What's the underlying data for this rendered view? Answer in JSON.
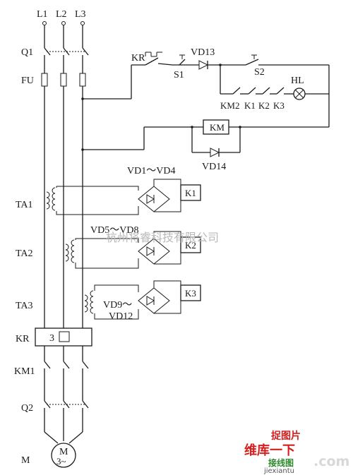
{
  "labels": {
    "l1": "L1",
    "l2": "L2",
    "l3": "L3",
    "q1": "Q1",
    "fu": "FU",
    "kr_top": "KR",
    "s1": "S1",
    "vd13": "VD13",
    "s2": "S2",
    "hl": "HL",
    "km2": "KM2",
    "k1_contact": "K1",
    "k2_contact": "K2",
    "k3_contact": "K3",
    "km_coil": "KM",
    "vd14": "VD14",
    "vd1_vd4": "VD1～VD4",
    "k1_relay": "K1",
    "ta1": "TA1",
    "vd5_vd8": "VD5～VD8",
    "ta2": "TA2",
    "k2_relay": "K2",
    "ta3": "TA3",
    "vd9": "VD9～",
    "vd12": "VD12",
    "k3_relay": "K3",
    "kr_bottom": "KR",
    "kr_box": "3",
    "km1": "KM1",
    "q2": "Q2",
    "m_label": "M",
    "motor_m": "M",
    "motor_phase": "3~"
  },
  "watermarks": {
    "company": "杭州将睿科技有限公司",
    "site_cn_top": "捉图片",
    "site_cn": "维库一下",
    "site_sub": "接线图",
    "site_com": ".com",
    "site_url": "jiexiantu"
  }
}
